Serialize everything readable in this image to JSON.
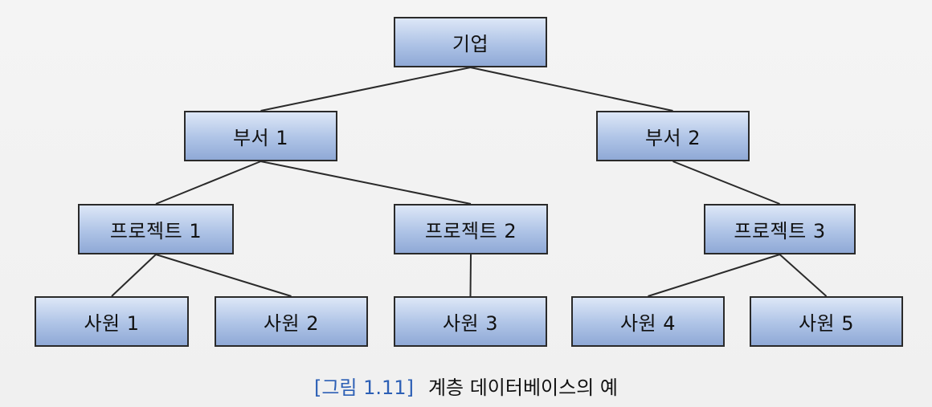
{
  "diagram": {
    "nodes": {
      "root": "기업",
      "dept1": "부서 1",
      "dept2": "부서 2",
      "proj1": "프로젝트 1",
      "proj2": "프로젝트 2",
      "proj3": "프로젝트 3",
      "emp1": "사원 1",
      "emp2": "사원 2",
      "emp3": "사원 3",
      "emp4": "사원 4",
      "emp5": "사원 5"
    },
    "edges": [
      [
        "root",
        "dept1"
      ],
      [
        "root",
        "dept2"
      ],
      [
        "dept1",
        "proj1"
      ],
      [
        "dept1",
        "proj2"
      ],
      [
        "dept2",
        "proj3"
      ],
      [
        "proj1",
        "emp1"
      ],
      [
        "proj1",
        "emp2"
      ],
      [
        "proj2",
        "emp3"
      ],
      [
        "proj3",
        "emp4"
      ],
      [
        "proj3",
        "emp5"
      ]
    ]
  },
  "caption": {
    "figure_label": "[그림 1.11]",
    "title": "계층 데이터베이스의 예"
  }
}
